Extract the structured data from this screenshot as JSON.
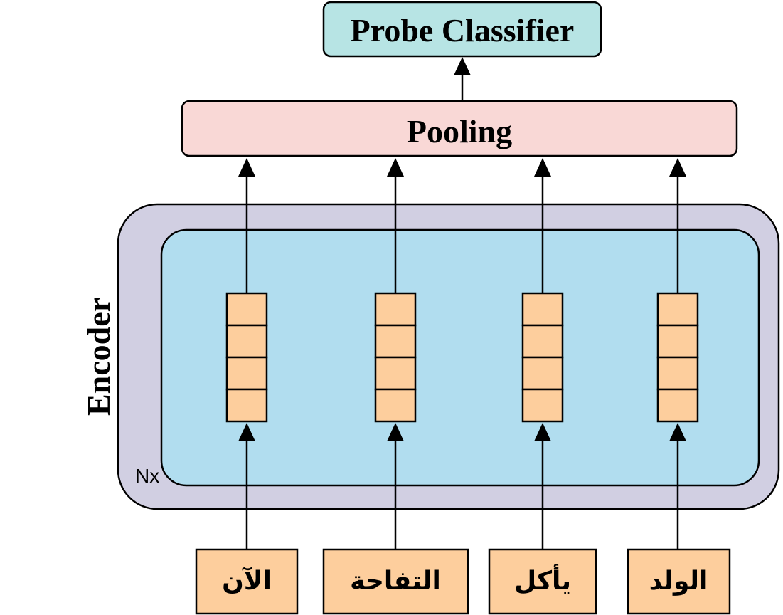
{
  "classifier": {
    "label": "Probe Classifier",
    "color": "#b7e4e4"
  },
  "pooling": {
    "label": "Pooling",
    "color": "#f9d8d6"
  },
  "encoder": {
    "label": "Encoder",
    "repeat_label": "Nx",
    "outer_color": "#d1cfe2",
    "inner_color": "#b1ddef"
  },
  "vector_color": "#fdce9d",
  "tokens": [
    {
      "text": "الآن"
    },
    {
      "text": "التفاحة"
    },
    {
      "text": "يأكل"
    },
    {
      "text": "الولد"
    }
  ],
  "token_color": "#fdce9d"
}
